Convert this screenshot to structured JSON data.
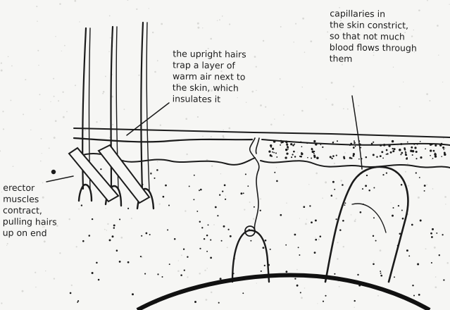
{
  "labels": {
    "upright_hairs": {
      "lines": [
        "the upright hairs",
        "trap a layer of",
        "warm air next to",
        "the skin, which",
        "insulates it"
      ]
    },
    "capillaries": {
      "lines": [
        "capillaries in",
        "the skin constrict,",
        "so that not much",
        "blood flows through",
        "them"
      ]
    },
    "erector_muscles": {
      "lines": [
        "erector",
        "muscles",
        "contract,",
        "pulling hairs",
        "up on end"
      ]
    }
  },
  "colors": {
    "ink": "#1b1b1b",
    "paper": "#f6f6f4"
  }
}
